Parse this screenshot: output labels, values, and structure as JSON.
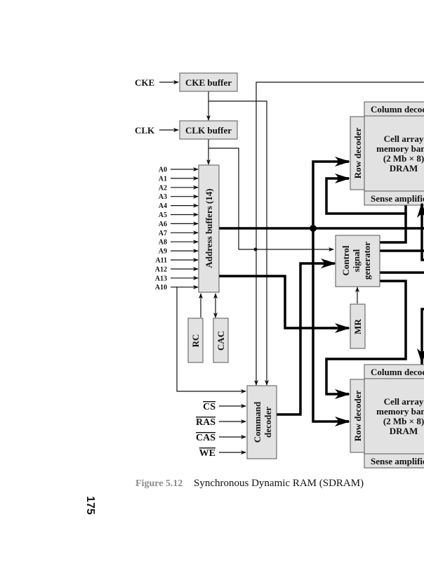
{
  "figure": {
    "number": "Figure 5.12",
    "title": "Synchronous Dynamic RAM (SDRAM)",
    "page_number": "175"
  },
  "inputs": {
    "cke": "CKE",
    "clk": "CLK",
    "address_lines": [
      "A0",
      "A1",
      "A2",
      "A3",
      "A4",
      "A5",
      "A6",
      "A7",
      "A8",
      "A9",
      "A11",
      "A12",
      "A13",
      "A10"
    ],
    "control_lines": [
      "CS",
      "RAS",
      "CAS",
      "WE"
    ]
  },
  "blocks": {
    "cke_buffer": "CKE buffer",
    "clk_buffer": "CLK buffer",
    "address_buffers": "Address buffers (14)",
    "rc": "RC",
    "cac": "CAC",
    "command_decoder": [
      "Command",
      "decoder"
    ],
    "control_signal_generator": [
      "Control",
      "signal",
      "generator"
    ],
    "mr": "MR",
    "bank_top": {
      "column_decoder": "Column decoder",
      "row_decoder": "Row decoder",
      "cell_array": [
        "Cell array",
        "memory bank",
        "(2 Mb × 8)",
        "DRAM"
      ],
      "sense_amplifier": "Sense amplifier"
    },
    "bank_bottom": {
      "column_decoder": "Column decoder",
      "row_decoder": "Row decoder",
      "cell_array": [
        "Cell array",
        "memory bank",
        "(2 Mb × 8)",
        "DRAM"
      ],
      "sense_amplifier": "Sense amplifier"
    }
  }
}
